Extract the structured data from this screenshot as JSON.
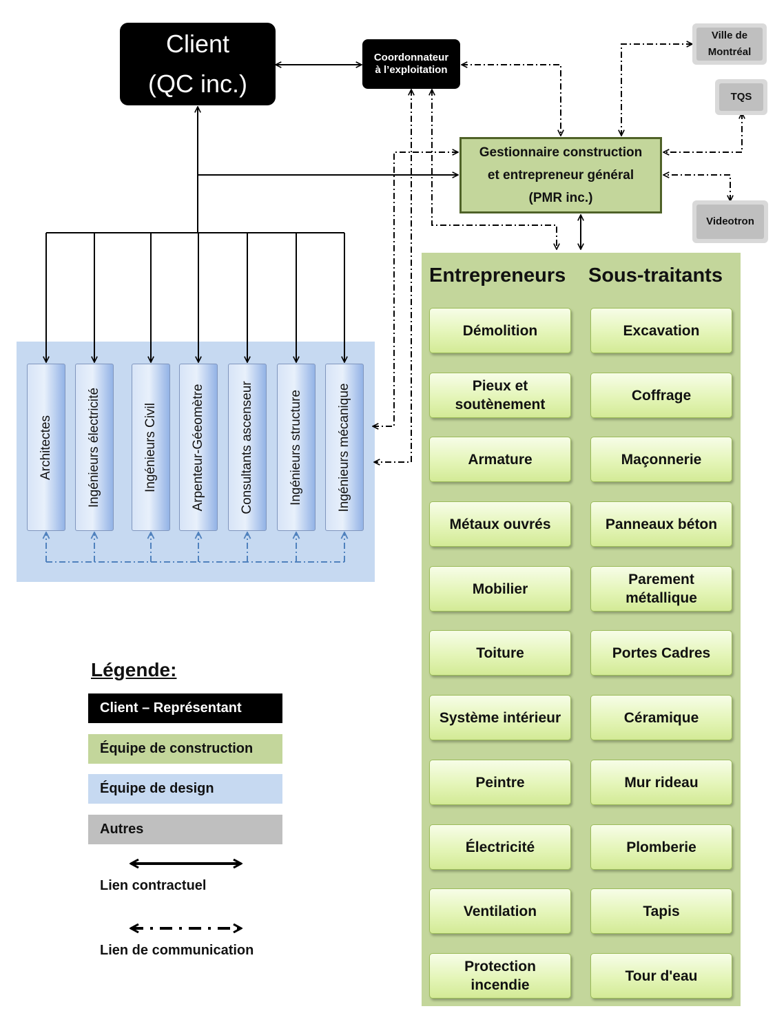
{
  "client": {
    "line1": "Client",
    "line2": "(QC inc.)"
  },
  "coordinator": {
    "line1": "Coordonnateur",
    "line2": "à l’exploitation"
  },
  "general_contractor": {
    "line1": "Gestionnaire construction",
    "line2": "et entrepreneur général",
    "line3": "(PMR inc.)"
  },
  "others": {
    "ville": {
      "line1": "Ville de",
      "line2": "Montréal"
    },
    "tqs": "TQS",
    "videotron": "Videotron"
  },
  "design_team": [
    "Architectes",
    "Ingénieurs électricité",
    "Ingénieurs Civil",
    "Arpenteur-Géeomètre",
    "Consultants ascenseur",
    "Ingénieurs structure",
    "Ingénieurs mécanique"
  ],
  "construction": {
    "header_left": "Entrepreneurs",
    "header_right": "Sous-traitants",
    "entrepreneurs": [
      [
        "Démolition"
      ],
      [
        "Pieux et",
        "soutènement"
      ],
      [
        "Armature"
      ],
      [
        "Métaux ouvrés"
      ],
      [
        "Mobilier"
      ],
      [
        "Toiture"
      ],
      [
        "Système intérieur"
      ],
      [
        "Peintre"
      ],
      [
        "Électricité"
      ],
      [
        "Ventilation"
      ],
      [
        "Protection",
        "incendie"
      ]
    ],
    "sous_traitants": [
      [
        "Excavation"
      ],
      [
        "Coffrage"
      ],
      [
        "Maçonnerie"
      ],
      [
        "Panneaux béton"
      ],
      [
        "Parement",
        "métallique"
      ],
      [
        "Portes Cadres"
      ],
      [
        "Céramique"
      ],
      [
        "Mur rideau"
      ],
      [
        "Plomberie"
      ],
      [
        "Tapis"
      ],
      [
        "Tour d'eau"
      ]
    ]
  },
  "legend": {
    "title": "Légende:",
    "client_rep": "Client – Représentant",
    "construction_team": "Équipe de construction",
    "design_team": "Équipe de design",
    "others": "Autres",
    "contract_link": "Lien contractuel",
    "communication_link": "Lien de communication"
  },
  "colors": {
    "client": "#000000",
    "construction": "#c3d69b",
    "design": "#c6d9f1",
    "others": "#bfbfbf",
    "design_dash": "#4f81bd"
  }
}
